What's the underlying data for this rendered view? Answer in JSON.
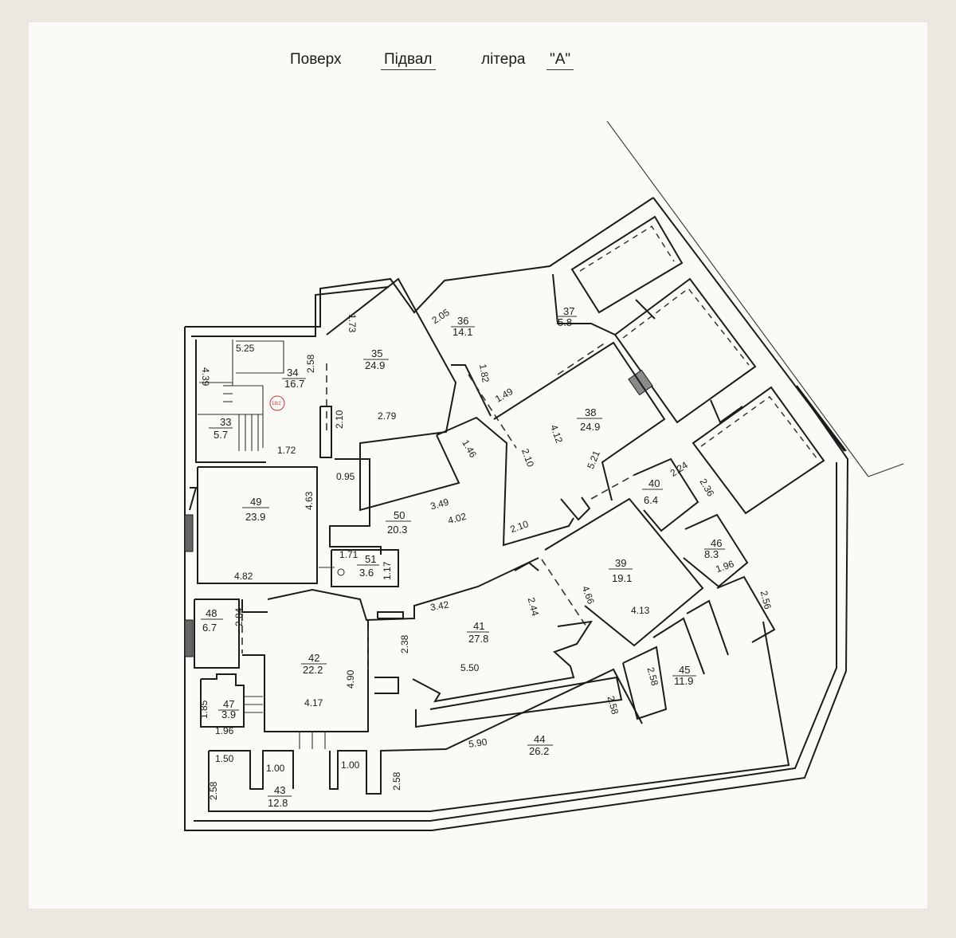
{
  "header": {
    "floor_label": "Поверх",
    "floor_value": "Підвал",
    "letter_label": "літера",
    "letter_value": "\"А\""
  },
  "stamp": "18/2",
  "rooms": [
    {
      "number": "33",
      "area": "5.7"
    },
    {
      "number": "34",
      "area": "16.7"
    },
    {
      "number": "35",
      "area": "24.9"
    },
    {
      "number": "36",
      "area": "14.1"
    },
    {
      "number": "37",
      "area": "5.8"
    },
    {
      "number": "38",
      "area": "24.9"
    },
    {
      "number": "39",
      "area": "19.1"
    },
    {
      "number": "40",
      "area": "6.4"
    },
    {
      "number": "41",
      "area": "27.8"
    },
    {
      "number": "42",
      "area": "22.2"
    },
    {
      "number": "43",
      "area": "12.8"
    },
    {
      "number": "44",
      "area": "26.2"
    },
    {
      "number": "45",
      "area": "11.9"
    },
    {
      "number": "46",
      "area": "8.3"
    },
    {
      "number": "47",
      "area": "3.9"
    },
    {
      "number": "48",
      "area": "6.7"
    },
    {
      "number": "49",
      "area": "23.9"
    },
    {
      "number": "50",
      "area": "20.3"
    },
    {
      "number": "51",
      "area": "3.6"
    }
  ],
  "dimensions": [
    "5.25",
    "4.39",
    "2.58",
    "1.73",
    "2.10",
    "1.72",
    "2.05",
    "1.82",
    "1.49",
    "2.79",
    "1.46",
    "2.10",
    "4.12",
    "5.21",
    "2.24",
    "2.36",
    "0.95",
    "3.49",
    "4.02",
    "2.10",
    "4.63",
    "4.82",
    "1.71",
    "1.17",
    "1.96",
    "2.56",
    "4.66",
    "4.13",
    "3.42",
    "2.44",
    "2.84",
    "2.38",
    "5.50",
    "4.90",
    "4.17",
    "1.85",
    "1.96",
    "2.58",
    "2.58",
    "1.50",
    "1.00",
    "1.00",
    "2.58",
    "2.58",
    "5.90"
  ]
}
